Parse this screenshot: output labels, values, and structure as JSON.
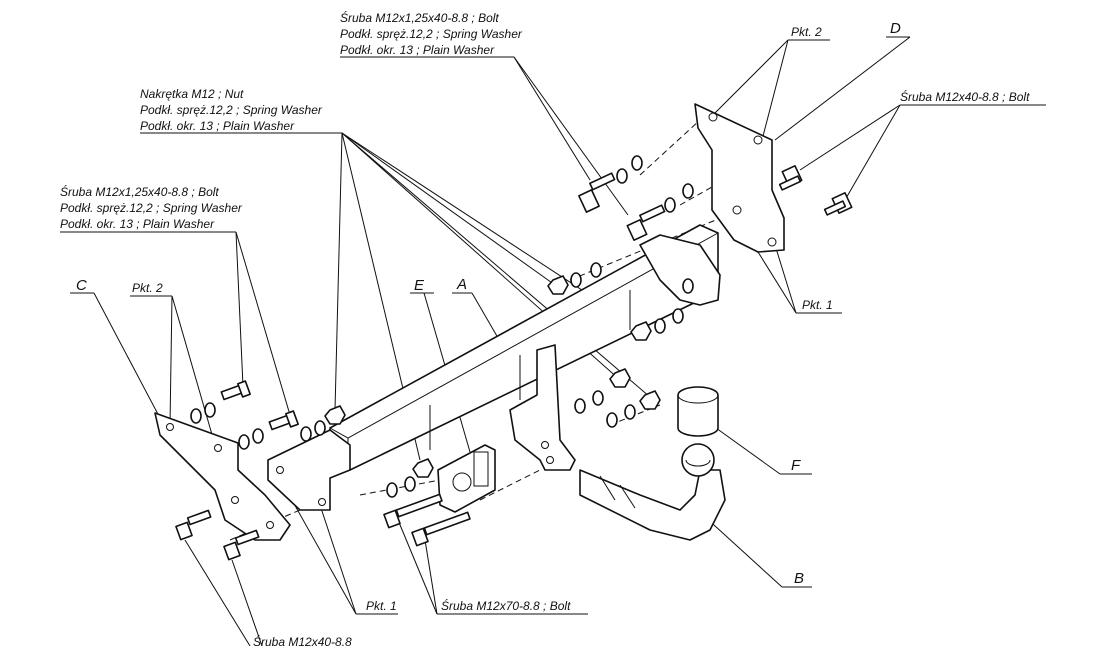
{
  "callouts": {
    "bolt_top": [
      "Śruba M12x1,25x40-8.8 ;  Bolt",
      "Podkł. spręż.12,2 ; Spring Washer",
      "Podkł. okr. 13 ; Plain Washer"
    ],
    "nut_group": [
      "Nakrętka  M12 ; Nut",
      "Podkł. spręż.12,2 ; Spring Washer",
      "Podkł. okr. 13 ; Plain Washer"
    ],
    "bolt_left": [
      "Śruba M12x1,25x40-8.8 ;  Bolt",
      "Podkł. spręż.12,2 ; Spring Washer",
      "Podkł. okr. 13 ; Plain Washer"
    ],
    "bolt_right": "Śruba M12x40-8.8 ;  Bolt",
    "bolt_bottom": "Śruba M12x70-8.8 ;  Bolt",
    "bolt_bottom_left": "Śruba M12x40-8.8"
  },
  "point_labels": {
    "pkt2_right": "Pkt. 2",
    "pkt2_left": "Pkt. 2",
    "pkt1_right": "Pkt. 1",
    "pkt1_left": "Pkt. 1"
  },
  "part_letters": {
    "a": "A",
    "b": "B",
    "c": "C",
    "d": "D",
    "e": "E",
    "f": "F"
  }
}
